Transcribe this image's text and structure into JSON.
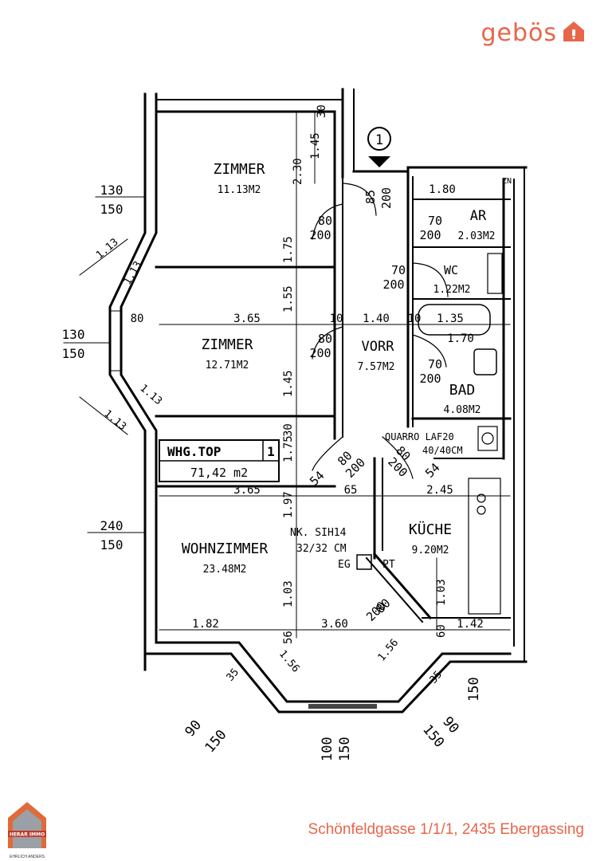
{
  "brand": {
    "name": "gebös",
    "color": "#e8654a",
    "icon": "house-icon"
  },
  "address": "Schönfeldgasse 1/1/1, 2435 Ebergassing",
  "agency": {
    "name": "HERAR IMMO",
    "tagline": "EHRLICH ANDERS"
  },
  "unit": {
    "label": "WHG.TOP",
    "number": "1",
    "area": "71,42 m2"
  },
  "marker": "1",
  "rooms": [
    {
      "name": "ZIMMER",
      "area": "11.13M2"
    },
    {
      "name": "ZIMMER",
      "area": "12.71M2"
    },
    {
      "name": "WOHNZIMMER",
      "area": "23.48M2"
    },
    {
      "name": "AR",
      "area": "2.03M2"
    },
    {
      "name": "WC",
      "area": "1.22M2"
    },
    {
      "name": "VORR",
      "area": "7.57M2"
    },
    {
      "name": "BAD",
      "area": "4.08M2"
    },
    {
      "name": "KÜCHE",
      "area": "9.20M2"
    }
  ],
  "notes": {
    "quarro": "QUARRO LAF20",
    "quarro_size": "40/40CM",
    "nk": "NK. SIH14",
    "nk_size": "32/32 CM",
    "eg": "EG",
    "pt": "PT",
    "zn": "ZN"
  },
  "dims": {
    "d130a": "130",
    "d150a": "150",
    "d130b": "130",
    "d150b": "150",
    "d240": "240",
    "d150c": "150",
    "d113a": "1.13",
    "d113b": "1.13",
    "d113c": "1.13",
    "d113d": "1.13",
    "d230": "2.30",
    "d145a": "1.45",
    "d175a": "1.75",
    "d155": "1.55",
    "d145b": "1.45",
    "d175b": "1.75",
    "d197": "1.97",
    "d103a": "1.03",
    "d56": "56",
    "d30a": "30",
    "d30b": "30",
    "d365a": "3.65",
    "d365b": "3.65",
    "d80": "80",
    "d140": "1.40",
    "d135": "1.35",
    "d180": "1.80",
    "d170": "1.70",
    "d182": "1.82",
    "d360": "3.60",
    "d142": "1.42",
    "d245": "2.45",
    "d103b": "1.03",
    "d60": "60",
    "d80a": "80",
    "d200a": "200",
    "d80b": "80",
    "d200b": "200",
    "d80c": "80",
    "d200c": "200",
    "d70a": "70",
    "d200d": "200",
    "d70b": "70",
    "d200e": "200",
    "d70c": "70",
    "d200f": "200",
    "d85": "85",
    "d200g": "200",
    "d80d": "80",
    "d200h": "200",
    "d80e": "80",
    "d200i": "200",
    "d80f": "80",
    "d200j": "200",
    "d54a": "54",
    "d54b": "54",
    "d65": "65",
    "d10a": "10",
    "d10b": "10",
    "d156a": "1.56",
    "d156b": "1.56",
    "d90a": "90",
    "d150d": "150",
    "d90b": "90",
    "d150e": "150",
    "d100": "100",
    "d150f": "150",
    "d150g": "150",
    "d35a": "35",
    "d35b": "35"
  }
}
